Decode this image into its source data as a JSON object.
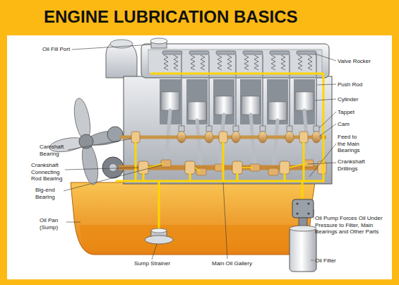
{
  "diagram": {
    "title": "ENGINE LUBRICATION BASICS",
    "labels": [
      "Oil Fill Port",
      "Valve Rocker",
      "Push Rod",
      "Cylinder",
      "Tappet",
      "Cam",
      "Camshaft Bearing",
      "Feed to the Main Bearings",
      "Crankshaft Connecting Rod Bearing",
      "Crankshaft Drillings",
      "Big-end Bearing",
      "Oil Pan (Sump)",
      "Oil Pump Forces Oil Under Pressure to Filter, Main Bearings and Other Parts",
      "Sump Strainer",
      "Main Oil Gallery",
      "Oil Filter"
    ]
  }
}
